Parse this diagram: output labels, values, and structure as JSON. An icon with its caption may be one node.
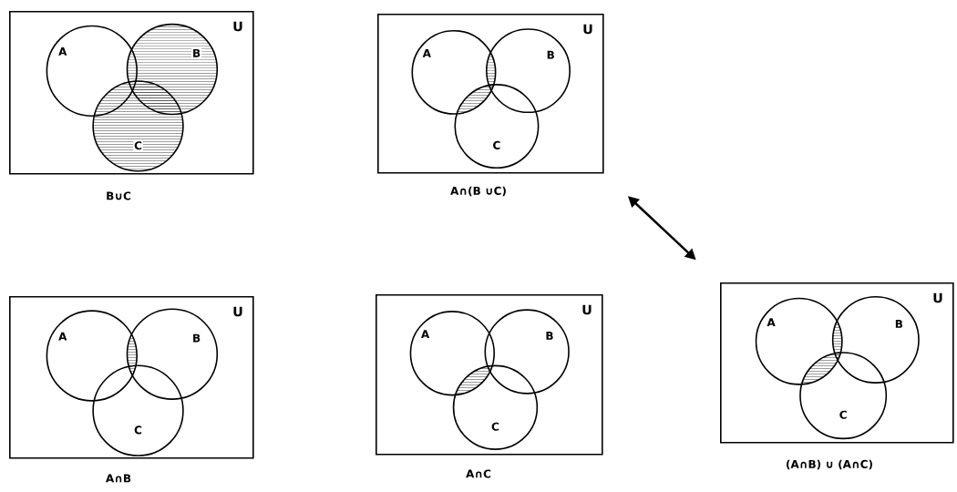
{
  "diagram": {
    "nodes": [
      {
        "text": [
          "U"
        ],
        "beside": [
          "B∪C"
        ]
      },
      {
        "text": [
          "A"
        ],
        "in": 0
      },
      {
        "text": [
          "B"
        ],
        "in": 0
      },
      {
        "text": [
          "C"
        ],
        "in": 0
      },
      {
        "text": [
          "U"
        ],
        "beside": [
          "A∩(B ∪C)"
        ]
      },
      {
        "text": [
          "A"
        ],
        "in": 4
      },
      {
        "text": [
          "B"
        ],
        "in": 4
      },
      {
        "text": [
          "C"
        ],
        "in": 4
      },
      {
        "text": [
          "U"
        ],
        "beside": [
          "A∩B"
        ]
      },
      {
        "text": [
          "A"
        ],
        "in": 8
      },
      {
        "text": [
          "B"
        ],
        "in": 8
      },
      {
        "text": [
          "C"
        ],
        "in": 8
      },
      {
        "text": [
          "U"
        ],
        "beside": [
          "A∩C"
        ]
      },
      {
        "text": [
          "A"
        ],
        "in": 12
      },
      {
        "text": [
          "B"
        ],
        "in": 12
      },
      {
        "text": [
          "C"
        ],
        "in": 12
      },
      {
        "text": [
          "U"
        ],
        "beside": [
          "(A∩B) ∪ (A∩C)"
        ]
      },
      {
        "text": [
          "A"
        ],
        "in": 16
      },
      {
        "text": [
          "B"
        ],
        "in": 16
      },
      {
        "text": [
          "C"
        ],
        "in": 16
      }
    ],
    "edges": [
      {
        "from": 4,
        "to": 16,
        "arrow": "both"
      }
    ]
  }
}
